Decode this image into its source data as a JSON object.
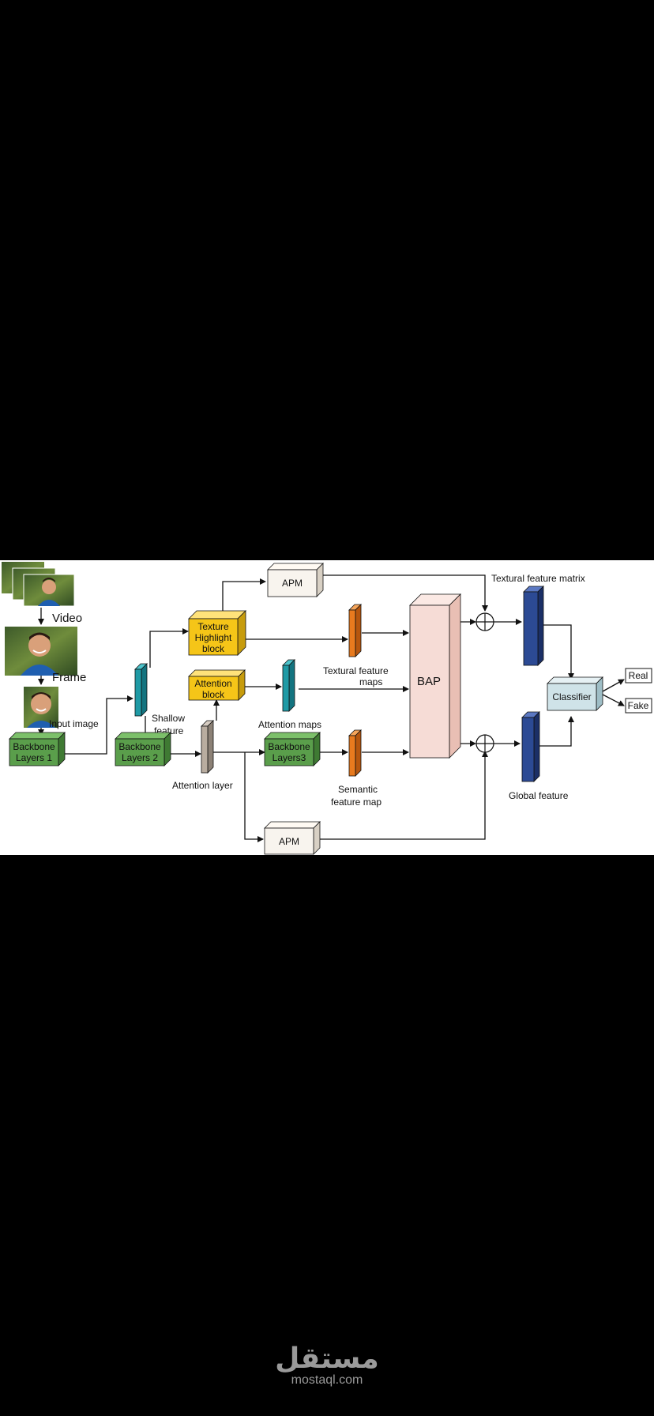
{
  "diagram": {
    "labels": {
      "video": "Video",
      "frame": "Frame",
      "input_image": "Input image",
      "shallow_feature_1": "Shallow",
      "shallow_feature_2": "feature",
      "attention_layer": "Attention layer",
      "attention_maps": "Attention maps",
      "textural_feature_maps_1": "Textural feature",
      "textural_feature_maps_2": "maps",
      "semantic_feature_map_1": "Semantic",
      "semantic_feature_map_2": "feature map",
      "textural_feature_matrix": "Textural feature matrix",
      "global_feature": "Global feature"
    },
    "blocks": {
      "backbone1_1": "Backbone",
      "backbone1_2": "Layers 1",
      "backbone2_1": "Backbone",
      "backbone2_2": "Layers 2",
      "backbone3_1": "Backbone",
      "backbone3_2": "Layers3",
      "texture_1": "Texture",
      "texture_2": "Highlight",
      "texture_3": "block",
      "attention_block_1": "Attention",
      "attention_block_2": "block",
      "apm_top": "APM",
      "apm_bottom": "APM",
      "bap": "BAP",
      "classifier": "Classifier",
      "real": "Real",
      "fake": "Fake"
    },
    "colors": {
      "backbone": "#5a9e4b",
      "yellow_block": "#f5c518",
      "teal": "#1f9aa5",
      "orange": "#e87a1e",
      "dark_blue": "#2c4a94",
      "gray_layer": "#b9ada0",
      "bap": "#f6dcd6",
      "classifier": "#cfe3e8",
      "apm": "#f8f4ee"
    }
  },
  "watermark": {
    "arabic": "مستقل",
    "latin": "mostaql.com"
  }
}
